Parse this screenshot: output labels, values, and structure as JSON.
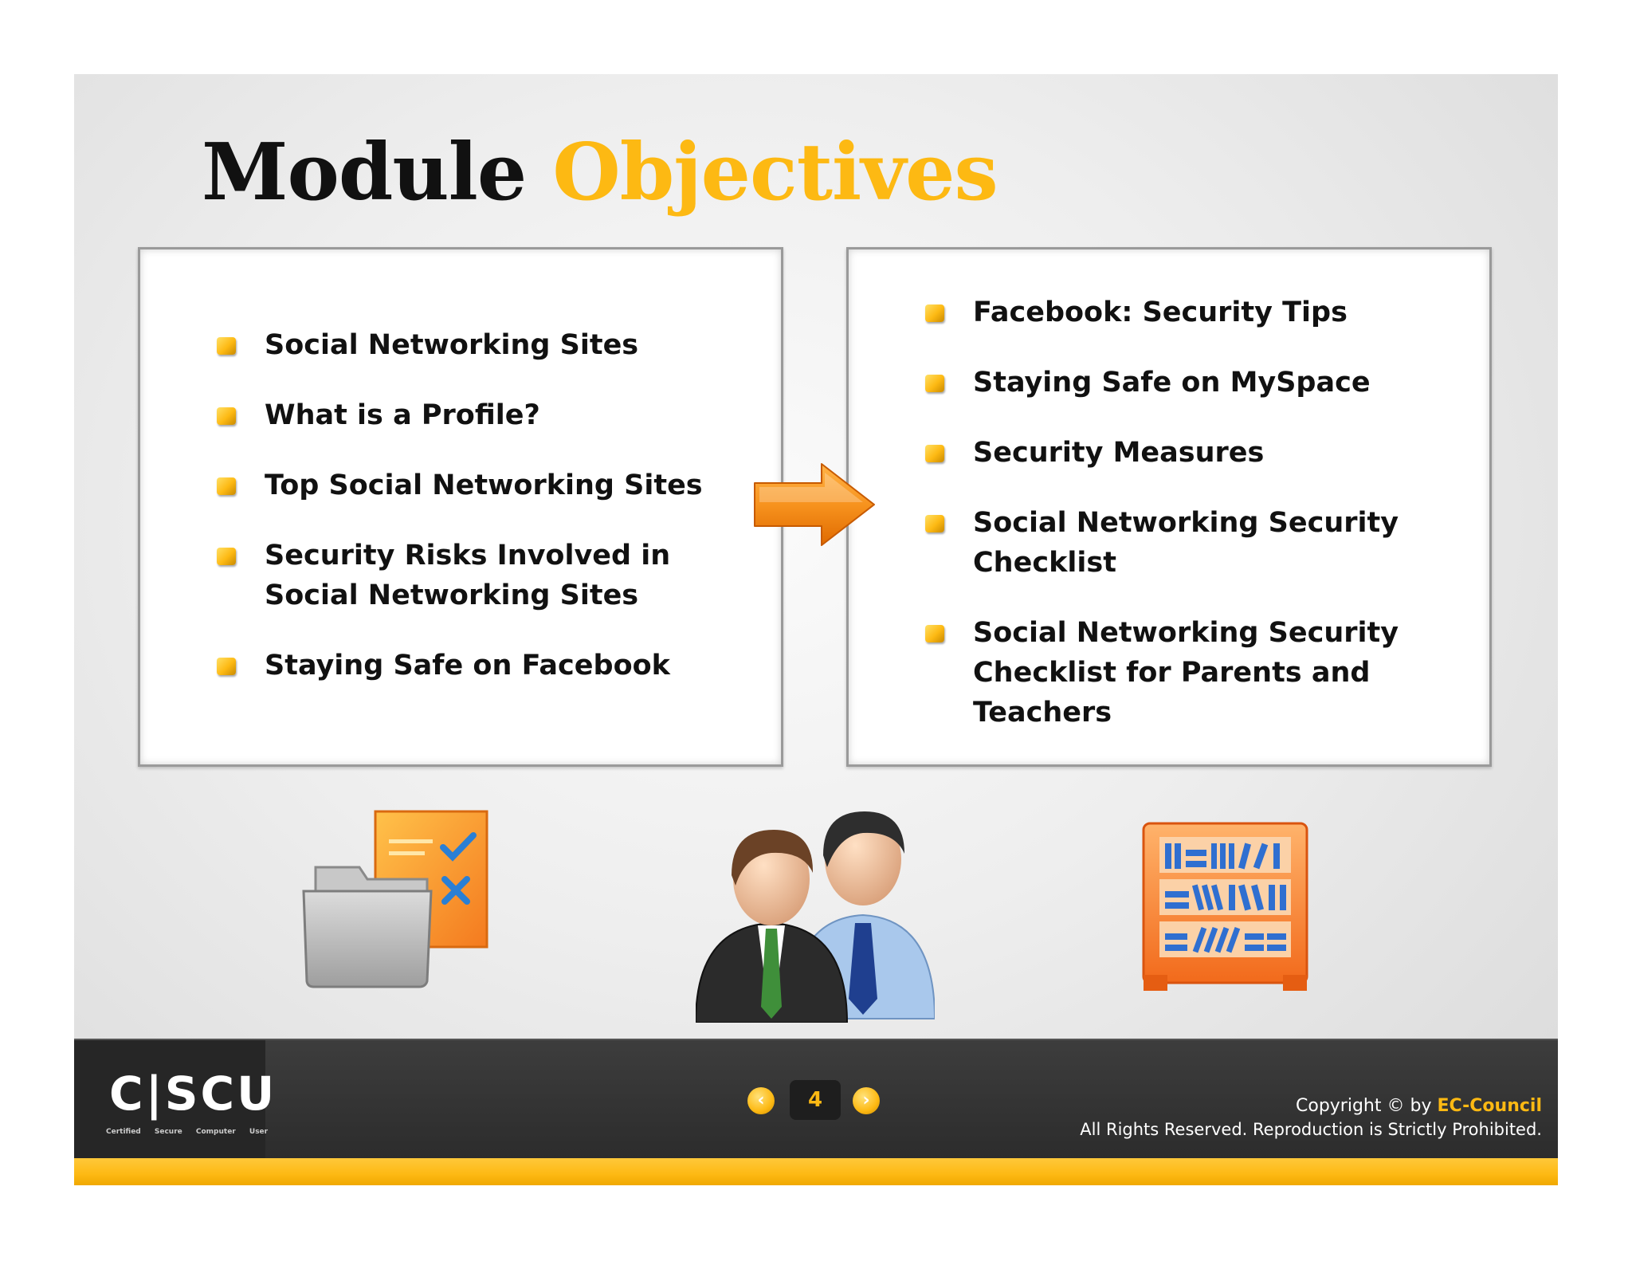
{
  "title": {
    "word1": "Module",
    "word2": "Objectives"
  },
  "left_panel": {
    "items": [
      "Social Networking Sites",
      "What is a Profile?",
      "Top Social Networking Sites",
      "Security Risks Involved in Social Networking Sites",
      "Staying Safe on Facebook"
    ]
  },
  "right_panel": {
    "items": [
      "Facebook: Security Tips",
      "Staying Safe on MySpace",
      "Security Measures",
      "Social Networking Security Checklist",
      "Social Networking Security Checklist for Parents and Teachers"
    ]
  },
  "icons": [
    "arrow-right-icon",
    "checklist-folder-icon",
    "users-icon",
    "bookshelf-icon"
  ],
  "footer": {
    "logo": {
      "main": "C|SCU",
      "sub": "Certified Secure Computer User"
    },
    "page_number": "4",
    "prev_icon": "chevron-left-icon",
    "next_icon": "chevron-right-icon",
    "copyright_prefix": "Copyright © by",
    "copyright_brand": "EC-Council",
    "rights": "All Rights Reserved. Reproduction is Strictly Prohibited."
  },
  "colors": {
    "accent": "#fdb913",
    "footer_bg": "#2c2c2c",
    "title_dark": "#111111"
  }
}
